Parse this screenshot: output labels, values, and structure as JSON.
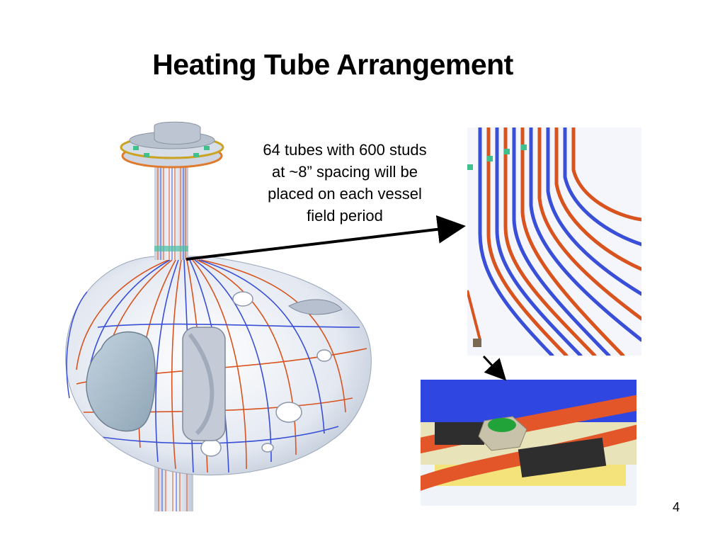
{
  "slide": {
    "title": "Heating Tube Arrangement",
    "caption_lines": [
      "64 tubes with 600 studs",
      "at ~8” spacing will be",
      "placed on each vessel",
      "field period"
    ],
    "page_number": "4"
  },
  "images": {
    "vessel": "vessel-3d-render",
    "zoom_tubes": "tube-bundle-closeup",
    "zoom_stud": "stud-clamp-closeup"
  },
  "colors": {
    "tube_red": "#d9531e",
    "tube_blue": "#3a4fd8",
    "vessel_body": "#dfe4ee",
    "port_cover": "#a9bccb"
  }
}
